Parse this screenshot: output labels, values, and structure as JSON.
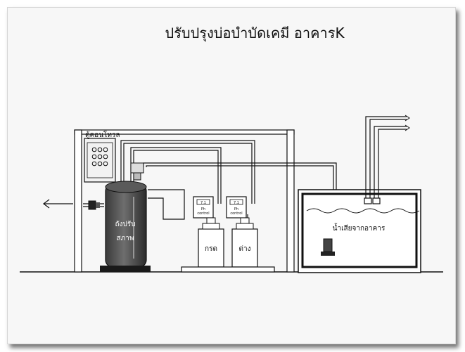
{
  "diagram": {
    "title": "ปรับปรุงบ่อบำบัดเคมี อาคารK",
    "labels": {
      "control_cabinet": "ตู้คอนโทรล",
      "equalization_tank": "ถังปรับ",
      "equalization_tank_2": "สภาพ",
      "acid_tank": "กรด",
      "base_tank": "ด่าง",
      "wastewater": "น้ำเสียจากอาคาร",
      "ph_display": "7.1",
      "ph_text": "Ph",
      "control_text": "control"
    }
  }
}
